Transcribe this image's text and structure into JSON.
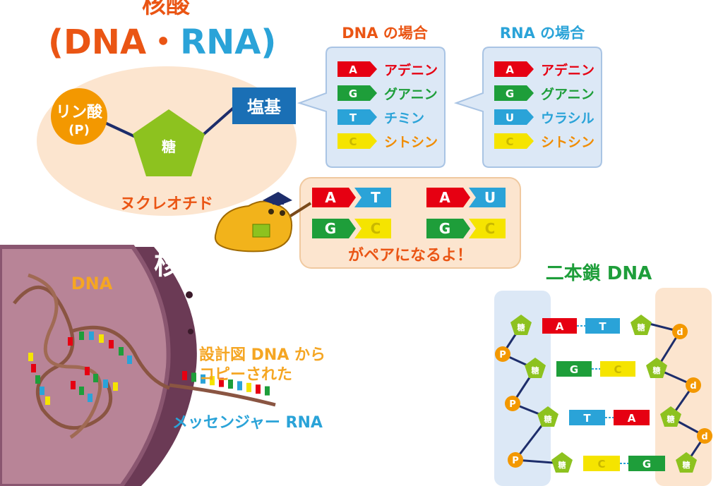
{
  "title": {
    "line1": "核酸",
    "open": "(",
    "dna": "DNA",
    "dot": "・",
    "rna": "RNA",
    "close": ")"
  },
  "nucleotide": {
    "phosphate": "リン酸",
    "phosphate_sub": "(P)",
    "sugar": "糖",
    "base": "塩基",
    "caption": "ヌクレオチド"
  },
  "dna_bases": {
    "heading": "DNA の場合",
    "items": [
      {
        "letter": "A",
        "name": "アデニン",
        "color": "#e60012"
      },
      {
        "letter": "G",
        "name": "グアニン",
        "color": "#1e9e3a"
      },
      {
        "letter": "T",
        "name": "チミン",
        "color": "#2aa3d8"
      },
      {
        "letter": "C",
        "name": "シトシン",
        "color": "#f5e400"
      }
    ]
  },
  "rna_bases": {
    "heading": "RNA の場合",
    "items": [
      {
        "letter": "A",
        "name": "アデニン",
        "color": "#e60012"
      },
      {
        "letter": "G",
        "name": "グアニン",
        "color": "#1e9e3a"
      },
      {
        "letter": "U",
        "name": "ウラシル",
        "color": "#2aa3d8"
      },
      {
        "letter": "C",
        "name": "シトシン",
        "color": "#f5e400"
      }
    ]
  },
  "pairs": {
    "caption": "がペアになるよ！",
    "dna": [
      [
        "A",
        "T"
      ],
      [
        "G",
        "C"
      ]
    ],
    "rna": [
      [
        "A",
        "U"
      ],
      [
        "G",
        "C"
      ]
    ]
  },
  "nucleus": {
    "label": "核",
    "dna_label": "DNA"
  },
  "mrna": {
    "copy_line1": "設計図 DNA から",
    "copy_line2": "コピーされた",
    "label": "メッセンジャー RNA"
  },
  "double_strand": {
    "title": "二本鎖 DNA",
    "sugar": "糖",
    "phosphate": "P",
    "deoxy": "d",
    "rungs": [
      [
        "A",
        "T"
      ],
      [
        "G",
        "C"
      ],
      [
        "T",
        "A"
      ],
      [
        "C",
        "G"
      ]
    ]
  },
  "colors": {
    "A": "#e60012",
    "G": "#1e9e3a",
    "T": "#2aa3d8",
    "U": "#2aa3d8",
    "C": "#f5e400",
    "title_orange": "#ea5514",
    "title_blue": "#2aa3d8",
    "sugar_green": "#8dc21f"
  }
}
